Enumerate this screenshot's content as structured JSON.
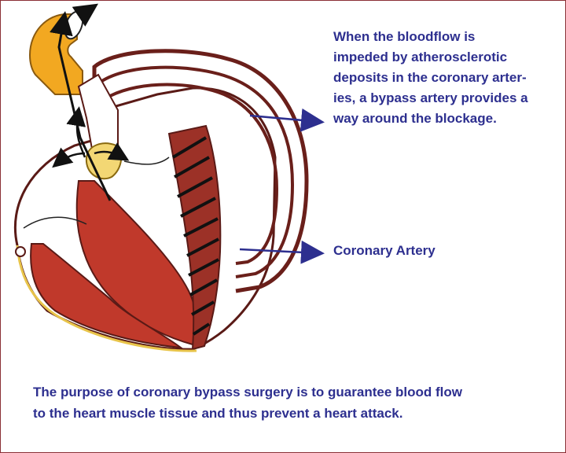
{
  "callouts": {
    "bypass_lines": [
      "When the bloodflow is",
      "impeded by atherosclerotic",
      "deposits in the coronary arter-",
      "ies, a bypass artery provides a",
      "way around the blockage."
    ],
    "coronary": "Coronary Artery"
  },
  "caption_lines": [
    "The purpose of coronary bypass surgery is to guarantee blood flow",
    "to the heart muscle tissue and thus prevent a heart attack."
  ],
  "colors": {
    "frame": "#8a2f35",
    "text": "#2d2f8f",
    "muscle": "#c0392b",
    "muscle_dark": "#7a2a22",
    "outline": "#5a1a16",
    "aorta": "#f2a821",
    "valve": "#f3d774",
    "pericardium": "#e8c44a"
  }
}
